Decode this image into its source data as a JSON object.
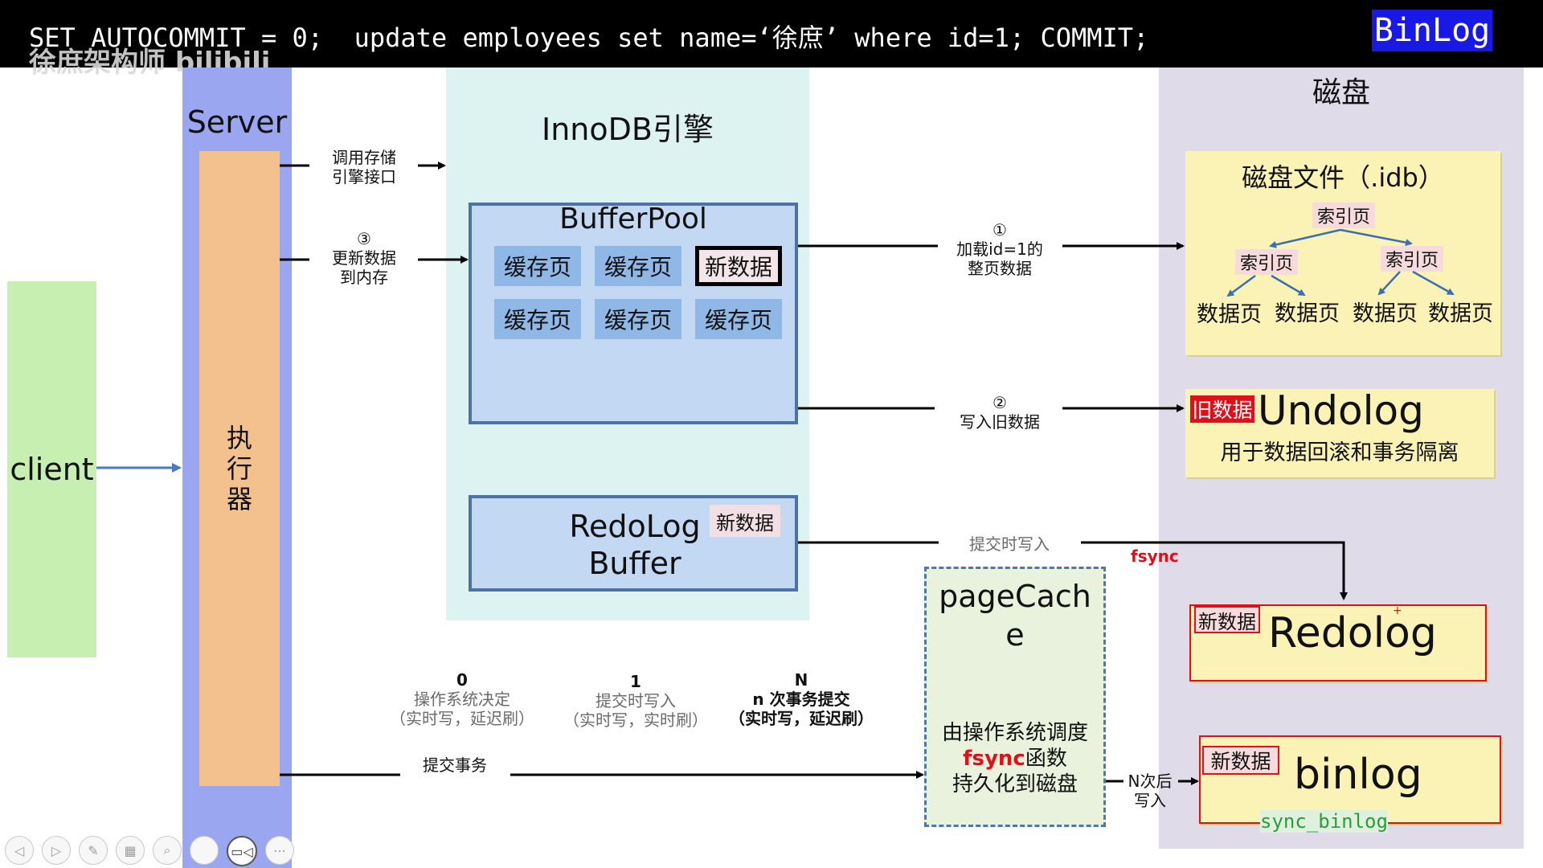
{
  "topbar": {
    "sql": "SET AUTOCOMMIT = 0;  update employees set name=‘徐庶’ where id=1; COMMIT;",
    "watermark": "徐庶架构师 bilibili",
    "badge": "BinLog"
  },
  "client": {
    "label": "client"
  },
  "server": {
    "title": "Server",
    "executor": [
      "执",
      "行",
      "器"
    ]
  },
  "steps": {
    "call_engine": [
      "调用存储",
      "引擎接口"
    ],
    "update_memory": [
      "③",
      "更新数据",
      "到内存"
    ],
    "load_page": [
      "①",
      "加载id=1的",
      "整页数据"
    ],
    "write_old": [
      "②",
      "写入旧数据"
    ],
    "commit_write": "提交时写入",
    "fsync": "fsync",
    "commit_tx": "提交事务",
    "n_times_write": [
      "N次后",
      "写入"
    ]
  },
  "innodb": {
    "title": "InnoDB引擎",
    "bufferpool": {
      "title": "BufferPool",
      "pages": [
        "缓存页",
        "缓存页",
        "新数据",
        "缓存页",
        "缓存页",
        "缓存页"
      ]
    },
    "redolog_buffer": {
      "title": [
        "RedoLog",
        "Buffer"
      ],
      "tag": "新数据"
    }
  },
  "sync_modes": [
    {
      "value": "0",
      "lines": [
        "操作系统决定",
        "（实时写，延迟刷）"
      ]
    },
    {
      "value": "1",
      "lines": [
        "提交时写入",
        "（实时写，实时刷）"
      ]
    },
    {
      "value": "N",
      "lines": [
        "n 次事务提交",
        "（实时写，延迟刷）"
      ]
    }
  ],
  "pagecache": {
    "title": [
      "pageCach",
      "e"
    ],
    "desc_line1": "由操作系统调度",
    "desc_fsync": "fsync",
    "desc_line2_rest": "函数",
    "desc_line3": "持久化到磁盘"
  },
  "disk": {
    "title": "磁盘",
    "idb": {
      "title": "磁盘文件（.idb）",
      "root": "索引页",
      "children": [
        "索引页",
        "索引页"
      ],
      "leaves": [
        "数据页",
        "数据页",
        "数据页",
        "数据页"
      ]
    },
    "undolog": {
      "tag": "旧数据",
      "title": "Undolog",
      "desc": "用于数据回滚和事务隔离"
    },
    "redolog": {
      "tag": "新数据",
      "title": "Redolog",
      "plus": "+"
    },
    "binlog": {
      "tag": "新数据",
      "title": "binlog",
      "sync": "sync_binlog"
    }
  },
  "toolbar": {
    "icons": [
      "prev-icon",
      "next-icon",
      "pen-icon",
      "grid-icon",
      "zoom-icon",
      "blank-icon",
      "camera-icon",
      "more-icon"
    ],
    "glyphs": [
      "◁",
      "▷",
      "✎",
      "▦",
      "⌕",
      "",
      "▭◁",
      "⋯"
    ]
  },
  "colors": {
    "client": "#c6efb1",
    "server": "#9aa6f0",
    "executor": "#f3c18e",
    "innodb": "#ddf3f2",
    "bufferpool": "#c3d9f3",
    "cache_page": "#8fb8e6",
    "disk": "#e0dbe9",
    "note": "#fbf2b5",
    "accent_red": "#e0101a",
    "badge_blue": "#1919e6"
  }
}
